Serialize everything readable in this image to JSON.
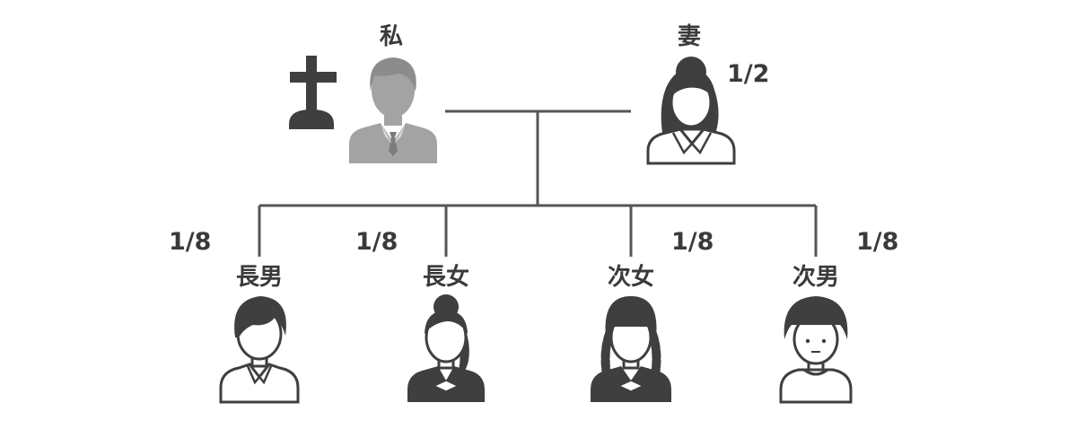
{
  "colors": {
    "line": "#555555",
    "deceased": "#a3a3a3",
    "figure": "#3f3f3f",
    "background": "#ffffff"
  },
  "deceased": {
    "name": "私",
    "marker_icon": "grave-cross-icon"
  },
  "spouse": {
    "name": "妻",
    "share": "1/2"
  },
  "children": [
    {
      "name": "長男",
      "share": "1/8",
      "icon": "boy-short-hair-icon"
    },
    {
      "name": "長女",
      "share": "1/8",
      "icon": "girl-ponytail-icon"
    },
    {
      "name": "次女",
      "share": "1/8",
      "icon": "girl-braids-icon"
    },
    {
      "name": "次男",
      "share": "1/8",
      "icon": "boy-bowl-cut-icon"
    }
  ]
}
